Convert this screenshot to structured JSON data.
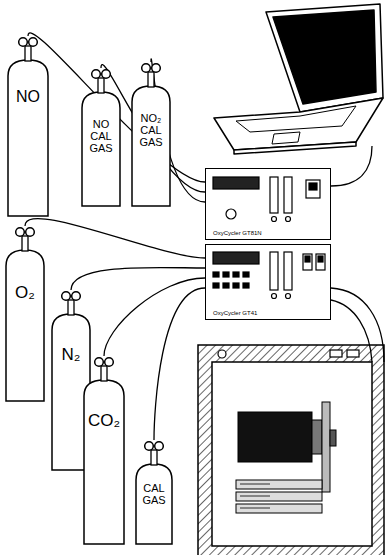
{
  "diagram": {
    "nodes": [
      {
        "text": [
          "NO"
        ]
      },
      {
        "text": [
          "NO CAL GAS"
        ]
      },
      {
        "text": [
          "NO₂ CAL GAS"
        ]
      },
      {
        "text": [
          "OxyCycler GT81N"
        ]
      },
      {
        "text": [
          "O₂"
        ]
      },
      {
        "text": [
          "N₂"
        ]
      },
      {
        "text": [
          "CO₂"
        ]
      },
      {
        "text": [
          "CAL GAS"
        ]
      },
      {
        "text": [
          "OxyCycler GT41"
        ]
      }
    ],
    "edges": [
      {
        "from": 0,
        "to": 3,
        "arrow": "none"
      },
      {
        "from": 1,
        "to": 3,
        "arrow": "none"
      },
      {
        "from": 2,
        "to": 3,
        "arrow": "none"
      },
      {
        "from": 4,
        "to": 8,
        "arrow": "none"
      },
      {
        "from": 5,
        "to": 8,
        "arrow": "none"
      },
      {
        "from": 6,
        "to": 8,
        "arrow": "none"
      },
      {
        "from": 7,
        "to": 8,
        "arrow": "none"
      }
    ]
  }
}
